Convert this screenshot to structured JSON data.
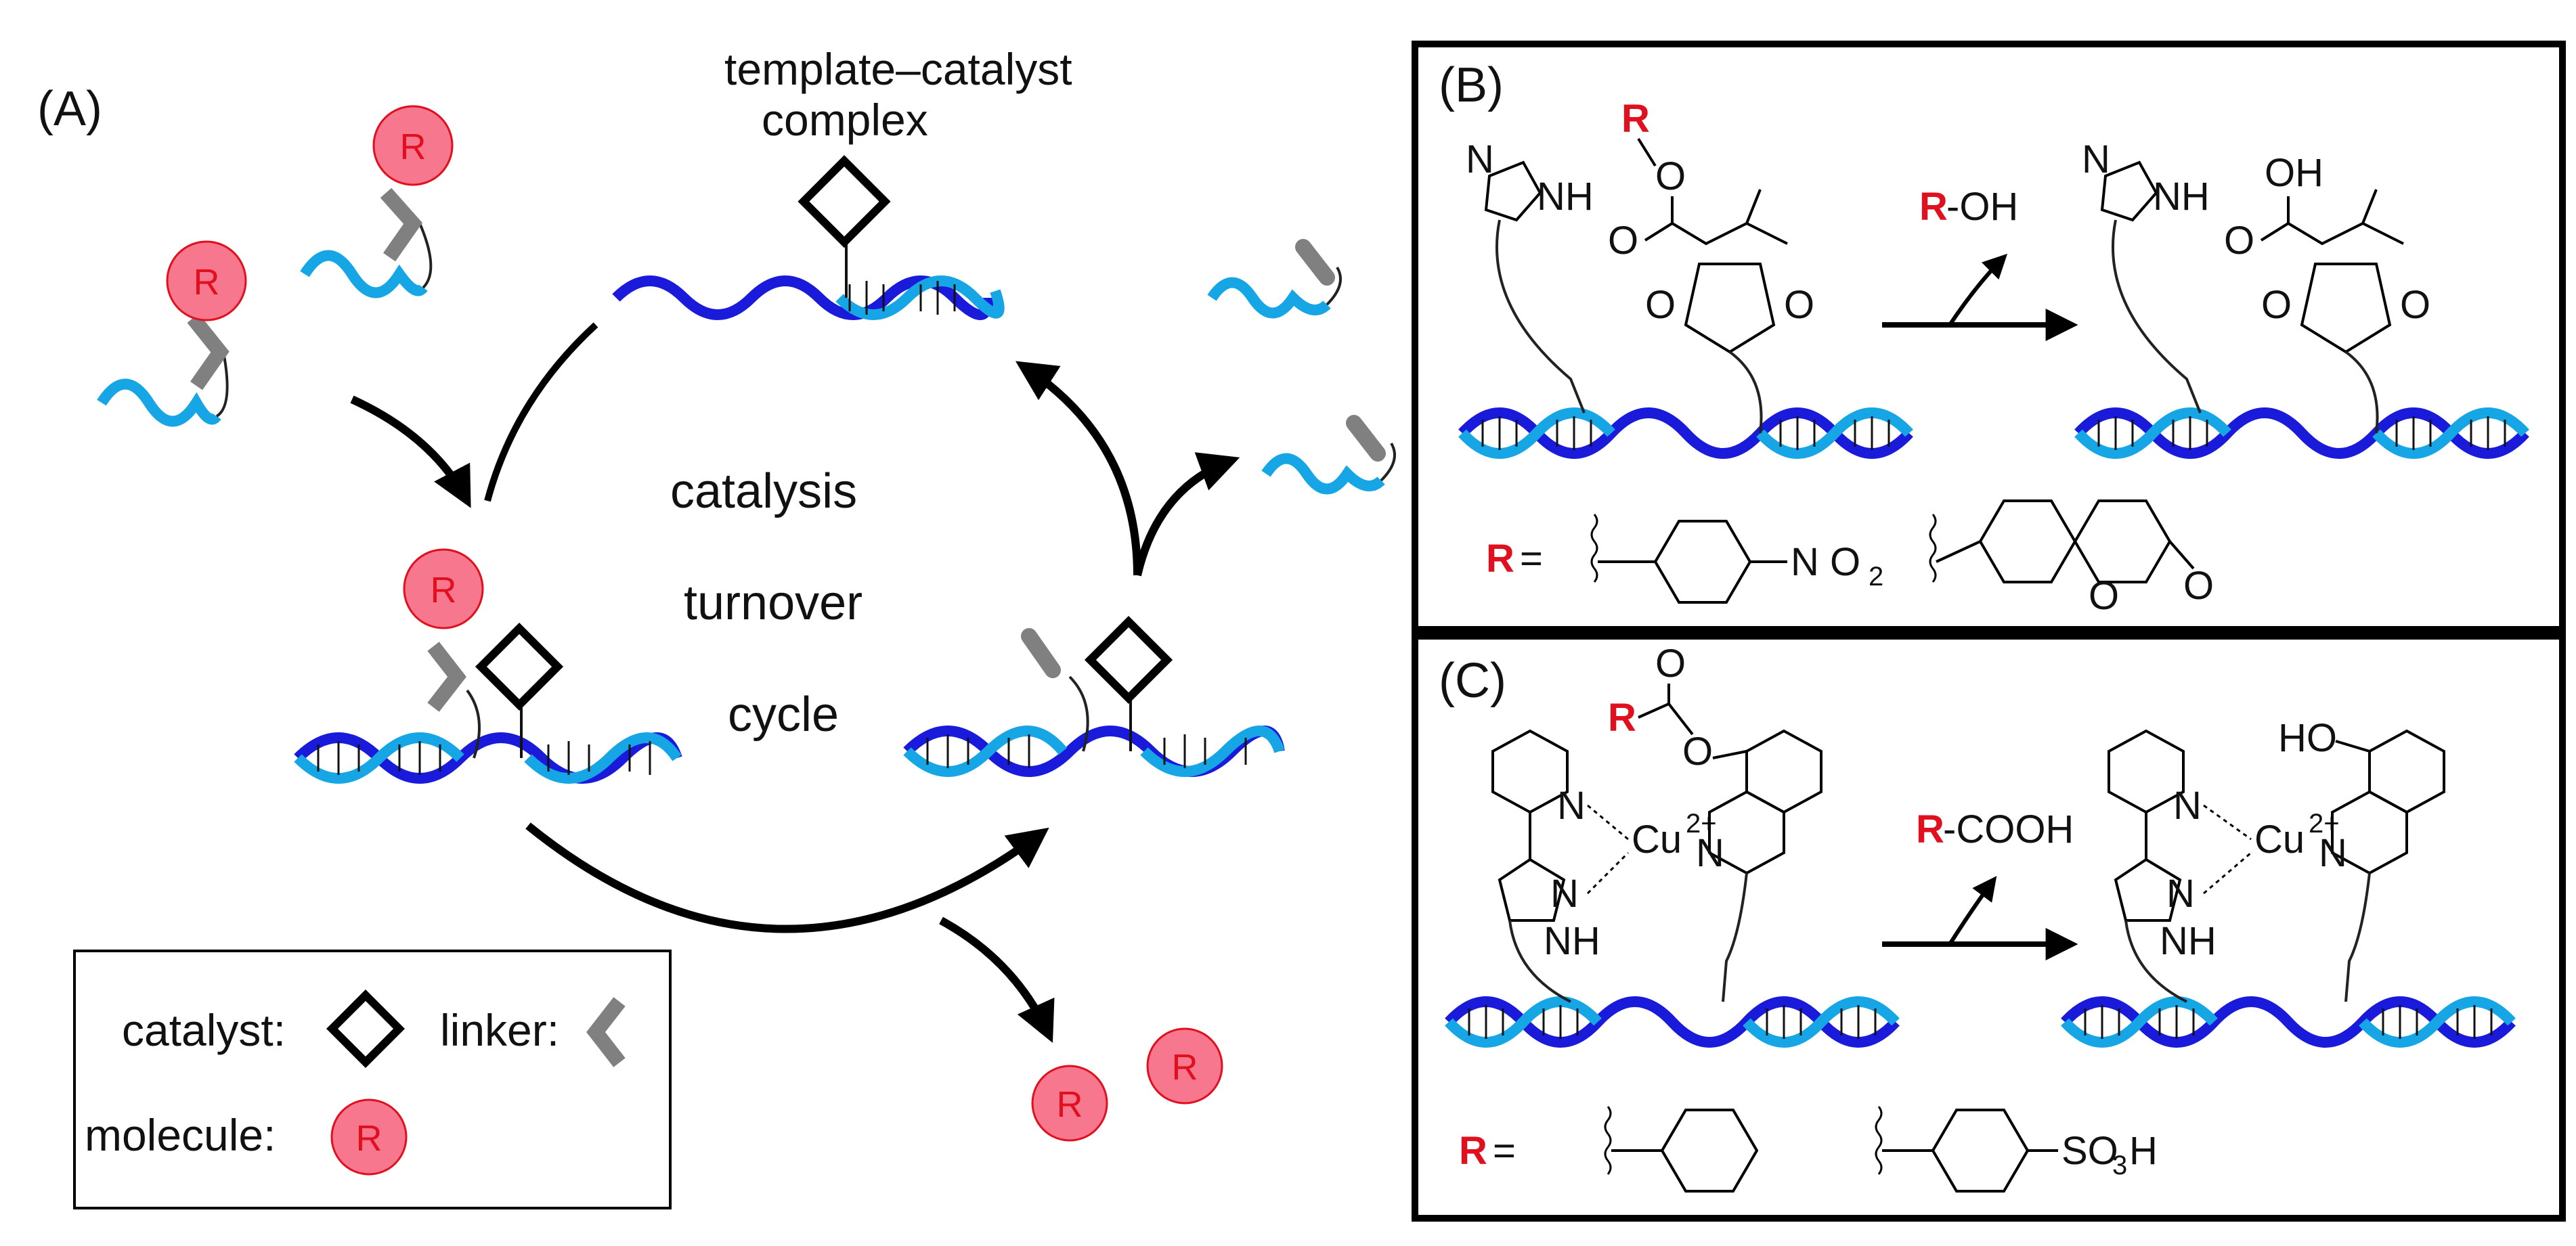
{
  "panel_a": {
    "label": "(A)",
    "complex_label_line1": "template–catalyst",
    "complex_label_line2": "complex",
    "cycle_line1": "catalysis",
    "cycle_line2": "turnover",
    "cycle_line3": "cycle",
    "molecule_symbol": "R"
  },
  "legend": {
    "catalyst": "catalyst:",
    "linker": "linker:",
    "molecule": "molecule:",
    "molecule_symbol": "R"
  },
  "panel_b": {
    "label": "(B)",
    "R_symbol": "R",
    "O": "O",
    "OH": "OH",
    "N": "N",
    "NH": "NH",
    "byproduct_R": "R",
    "byproduct_rest": "-OH",
    "r_def": "R",
    "r_eq": "=",
    "nitro": "N O",
    "nitro_sub": "2"
  },
  "panel_c": {
    "label": "(C)",
    "R_symbol": "R",
    "O": "O",
    "HO": "HO",
    "N": "N",
    "NH": "NH",
    "cu": "Cu",
    "cu_charge": "2+",
    "byproduct_R": "R",
    "byproduct_rest": "-COOH",
    "r_def": "R",
    "r_eq": "=",
    "sulfo": "SO",
    "sulfo_sub": "3",
    "sulfo_h": "H"
  },
  "colors": {
    "dark_strand": "#1a1adb",
    "light_strand": "#16a6e6",
    "molecule_fill": "#f7778f",
    "molecule_text": "#e0101e",
    "linker": "#808080"
  }
}
